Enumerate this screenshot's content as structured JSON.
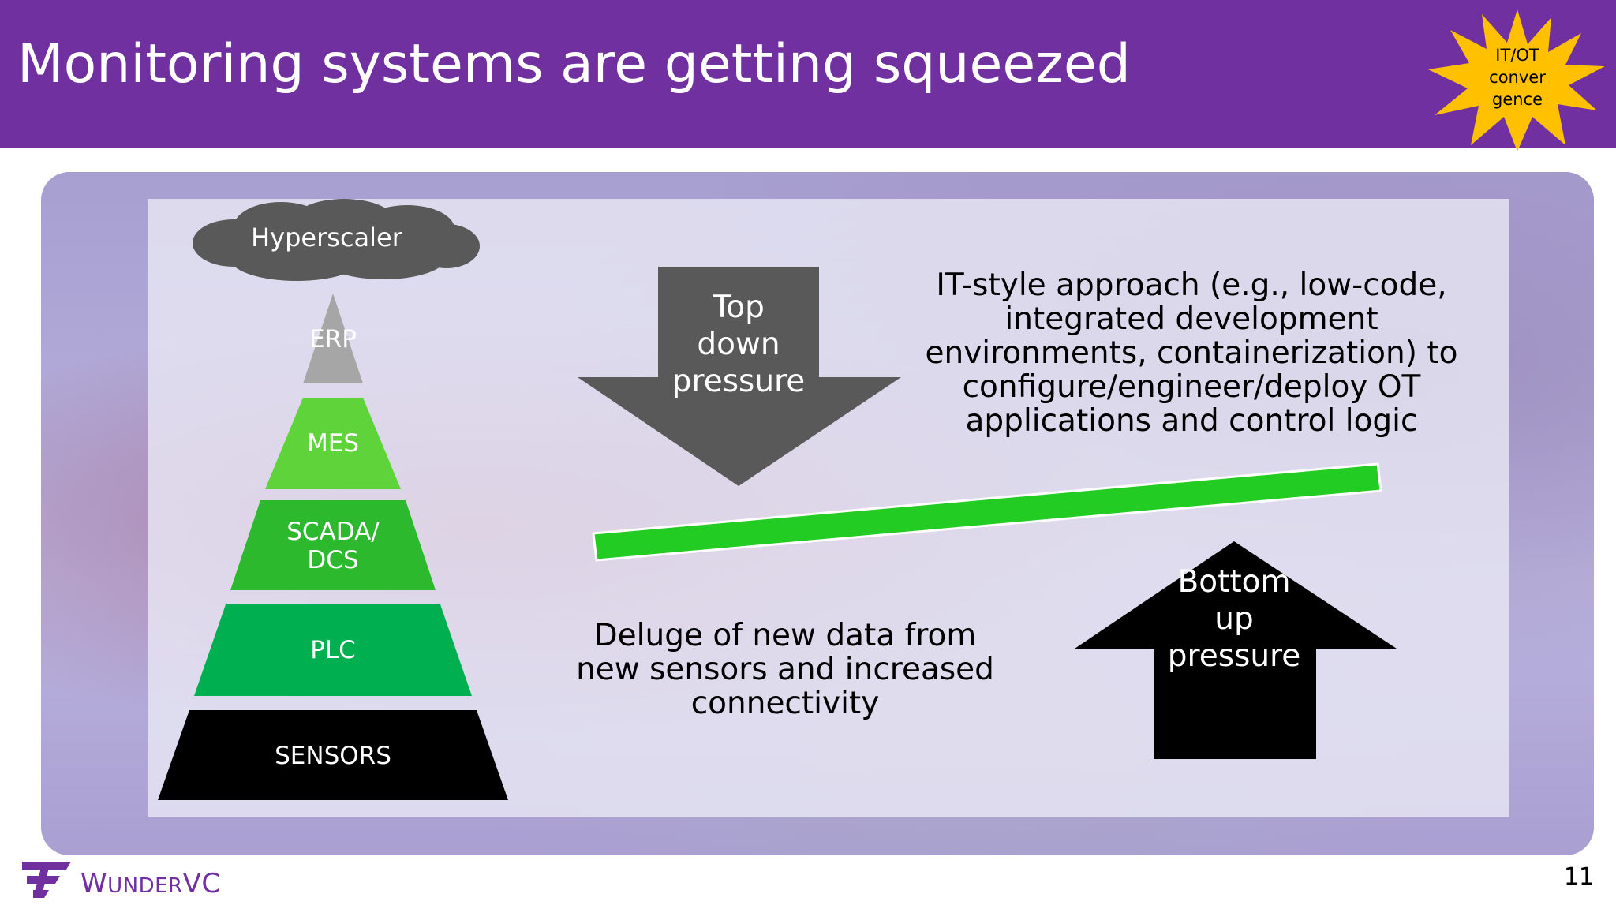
{
  "slide": {
    "title": "Monitoring systems are getting squeezed",
    "page_number": "11"
  },
  "badge": {
    "line1": "IT/OT",
    "line2": "conver",
    "line3": "gence",
    "color": "#ffc000"
  },
  "stack": {
    "cloud_label": "Hyperscaler",
    "levels": [
      {
        "label": "ERP",
        "color": "#a6a6a6"
      },
      {
        "label": "MES",
        "color": "#5fd33a"
      },
      {
        "label": "SCADA/\nDCS",
        "color": "#2db92d"
      },
      {
        "label": "PLC",
        "color": "#00b050"
      },
      {
        "label": "SENSORS",
        "color": "#000000"
      }
    ]
  },
  "top_arrow": {
    "label": "Top\ndown\npressure",
    "color": "#595959"
  },
  "bottom_arrow": {
    "label": "Bottom\nup\npressure",
    "color": "#000000"
  },
  "lever": {
    "color": "#22cc22"
  },
  "texts": {
    "it_style": "IT-style approach (e.g., low-code, integrated development environments, containerization) to configure/engineer/deploy OT applications and control logic",
    "deluge": "Deluge of new data from new sensors and increased connectivity"
  },
  "brand": {
    "logo_icon": "wunder-logo-icon",
    "name_first_letter": "W",
    "name_rest": "UNDER",
    "name_suffix": "VC",
    "color": "#7030a0"
  },
  "colors": {
    "header": "#7030a0",
    "cloud": "#595959"
  }
}
